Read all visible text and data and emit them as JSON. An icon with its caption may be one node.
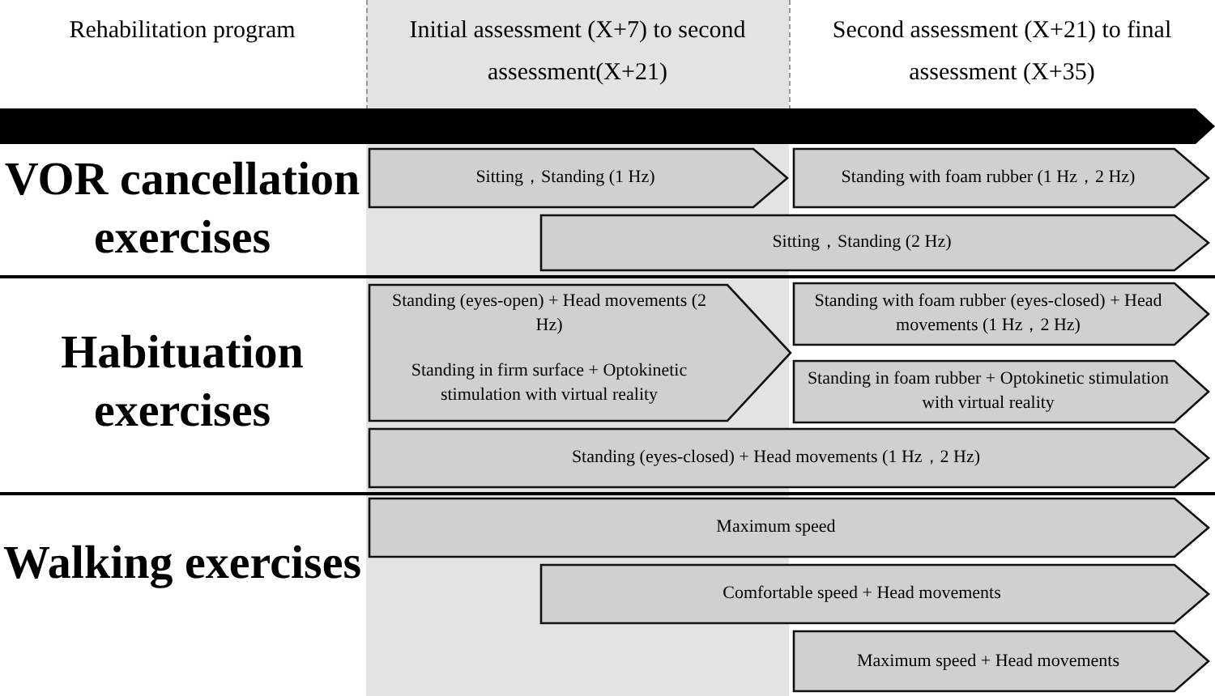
{
  "diagram": {
    "nodes": [
      {
        "text": [
          "Sitting，Standing (1 Hz)"
        ]
      },
      {
        "text": [
          "Standing with foam rubber (1 Hz，2 Hz)"
        ]
      },
      {
        "text": [
          "Sitting，Standing (2 Hz)"
        ]
      },
      {
        "text": [
          "Standing (eyes-open) + Head movements (2 Hz)",
          "Standing in firm surface + Optokinetic stimulation with virtual reality"
        ]
      },
      {
        "text": [
          "Standing with foam rubber (eyes-closed) + Head movements (1 Hz，2 Hz)"
        ]
      },
      {
        "text": [
          "Standing in foam rubber + Optokinetic stimulation with virtual reality"
        ]
      },
      {
        "text": [
          "Standing (eyes-closed) + Head movements (1 Hz，2 Hz)"
        ]
      },
      {
        "text": [
          "Maximum speed"
        ]
      },
      {
        "text": [
          "Comfortable speed + Head movements"
        ]
      },
      {
        "text": [
          "Maximum speed + Head movements"
        ]
      }
    ],
    "labels": [
      "Rehabilitation program",
      "Initial assessment (X+7) to second assessment(X+21)",
      "Second assessment (X+21) to final assessment (X+35)",
      "VOR cancellation exercises",
      "Habituation exercises",
      "Walking exercises"
    ]
  }
}
